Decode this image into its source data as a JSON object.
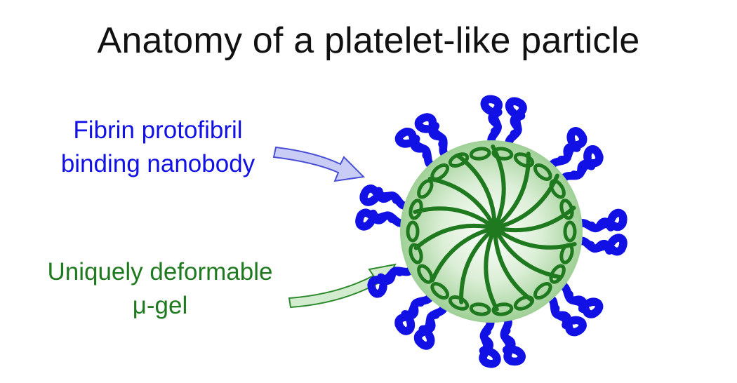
{
  "title": "Anatomy of a platelet-like particle",
  "labels": {
    "nanobody": {
      "line1": "Fibrin protofibril",
      "line2": "binding nanobody"
    },
    "gel": {
      "line1": "Uniquely deformable",
      "line2": "μ-gel"
    }
  },
  "colors": {
    "nanobody_blue": "#1111e6",
    "gel_green": "#1f7a1f",
    "gel_fill": "#b9dcb3",
    "arrow_blue_fill": "#c9ccf4",
    "arrow_blue_stroke": "#4a4fd6",
    "arrow_green_fill": "#d3ecd0",
    "arrow_green_stroke": "#2d8a2d",
    "title_text": "#111111"
  },
  "icons": {
    "nanobody": "coiled-ribbon-icon",
    "gel": "radial-polymer-network-icon"
  },
  "nanobody_count": 17
}
